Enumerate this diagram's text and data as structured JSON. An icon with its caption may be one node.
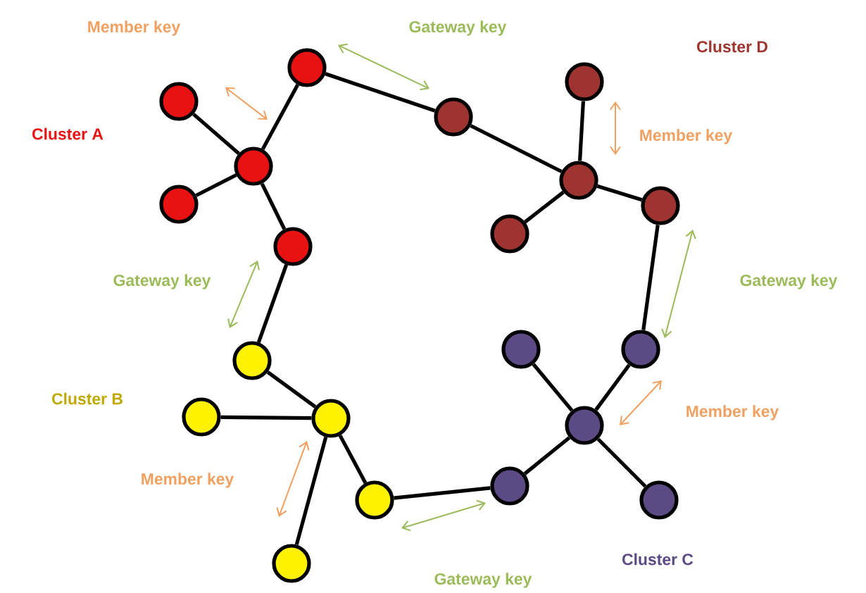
{
  "diagram": {
    "nodes": [
      {
        "text": [],
        "shape": "circle"
      },
      {
        "text": [],
        "shape": "circle"
      },
      {
        "text": [],
        "shape": "circle"
      },
      {
        "text": [],
        "shape": "circle"
      },
      {
        "text": [],
        "shape": "circle"
      },
      {
        "text": [],
        "shape": "circle"
      },
      {
        "text": [],
        "shape": "circle"
      },
      {
        "text": [],
        "shape": "circle"
      },
      {
        "text": [],
        "shape": "circle"
      },
      {
        "text": [],
        "shape": "circle"
      },
      {
        "text": [],
        "shape": "circle"
      },
      {
        "text": [],
        "shape": "circle"
      },
      {
        "text": [],
        "shape": "circle"
      },
      {
        "text": [],
        "shape": "circle"
      },
      {
        "text": [],
        "shape": "circle"
      },
      {
        "text": [],
        "shape": "circle"
      },
      {
        "text": [],
        "shape": "circle"
      },
      {
        "text": [],
        "shape": "circle"
      },
      {
        "text": [],
        "shape": "circle"
      },
      {
        "text": [],
        "shape": "circle"
      }
    ],
    "edges": [
      {
        "from": 0,
        "to": 4,
        "arrow": "none"
      },
      {
        "from": 2,
        "to": 4,
        "arrow": "none"
      },
      {
        "from": 6,
        "to": 4,
        "arrow": "none"
      },
      {
        "from": 4,
        "to": 9,
        "arrow": "none"
      },
      {
        "from": 0,
        "to": 3,
        "arrow": "none"
      },
      {
        "from": 3,
        "to": 5,
        "arrow": "none"
      },
      {
        "from": 1,
        "to": 5,
        "arrow": "none"
      },
      {
        "from": 8,
        "to": 5,
        "arrow": "none"
      },
      {
        "from": 5,
        "to": 7,
        "arrow": "none"
      },
      {
        "from": 7,
        "to": 11,
        "arrow": "none"
      },
      {
        "from": 11,
        "to": 15,
        "arrow": "none"
      },
      {
        "from": 10,
        "to": 15,
        "arrow": "none"
      },
      {
        "from": 16,
        "to": 15,
        "arrow": "none"
      },
      {
        "from": 15,
        "to": 18,
        "arrow": "none"
      },
      {
        "from": 16,
        "to": 17,
        "arrow": "none"
      },
      {
        "from": 17,
        "to": 14,
        "arrow": "none"
      },
      {
        "from": 12,
        "to": 14,
        "arrow": "none"
      },
      {
        "from": 13,
        "to": 14,
        "arrow": "none"
      },
      {
        "from": 19,
        "to": 14,
        "arrow": "none"
      },
      {
        "from": 9,
        "to": 12,
        "arrow": "none"
      }
    ],
    "labels": [
      "Member key",
      "Gateway key",
      "Cluster D",
      "Cluster A",
      "Member key",
      "Gateway key",
      "Gateway key",
      "Cluster B",
      "Member key",
      "Member key",
      "Gateway key",
      "Cluster C"
    ]
  }
}
